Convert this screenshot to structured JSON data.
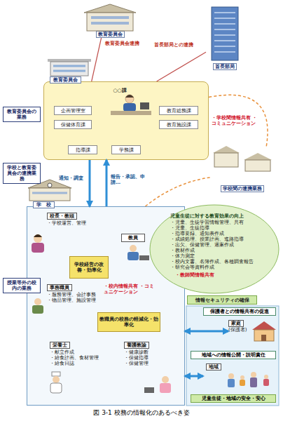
{
  "diagram": {
    "caption": "図 3-1 校務の情報化のあるべき姿",
    "nodes": [
      {
        "text": [
          "教育委員会"
        ]
      },
      {
        "text": [
          "首長部局"
        ]
      },
      {
        "text": [
          "教育委員会"
        ]
      },
      {
        "text": [
          "○○課"
        ],
        "in": 2
      },
      {
        "text": [
          "企画管理室"
        ],
        "in": 2
      },
      {
        "text": [
          "保健体育課"
        ],
        "in": 2
      },
      {
        "text": [
          "教育総務課"
        ],
        "in": 2
      },
      {
        "text": [
          "教育施設課"
        ],
        "in": 2
      },
      {
        "text": [
          "指導課"
        ],
        "in": 2
      },
      {
        "text": [
          "学務課"
        ],
        "in": 2
      },
      {
        "text": [
          "学校間の連携業務"
        ]
      },
      {
        "text": [
          "学　校"
        ]
      },
      {
        "text": [
          "校長・教頭",
          "・学校運営、管理"
        ],
        "in": 11
      },
      {
        "text": [
          "学校経営の改善・効率化"
        ],
        "in": 11
      },
      {
        "text": [
          "教員"
        ],
        "in": 11
      },
      {
        "text": [
          "児童生徒に対する教育効果の向上",
          "・児童、生徒学習情報管理、共有",
          "・児童、生徒指導",
          "・指導要録、通知表作成",
          "・成績処理、授業計画、進路指導",
          "・出欠、保健管理、週案作成",
          "・教材作成",
          "・体力測定",
          "・校内文書、名簿作成、各種調査報告",
          "・研究会等資料作成"
        ],
        "in": 11
      },
      {
        "text": [
          "情報セキュリティの確保"
        ],
        "in": 11
      },
      {
        "text": [
          "事務職員",
          "・服務管理、会計事務",
          "・物品管理、施設管理"
        ],
        "in": 11
      },
      {
        "text": [
          "教職員の校務の軽減化・効率化"
        ],
        "in": 11
      },
      {
        "text": [
          "栄養士",
          "・献立作成",
          "・給食計画、食材管理",
          "・給食日誌"
        ],
        "in": 11
      },
      {
        "text": [
          "養護教諭",
          "・健康診断",
          "・保健指導",
          "・保健管理"
        ],
        "in": 11
      },
      {
        "text": [
          "家庭",
          "(保護者)"
        ]
      },
      {
        "text": [
          "地域"
        ]
      }
    ],
    "edges": [
      {
        "from": 0,
        "to": 2,
        "arrow": "none",
        "label": "教育委員会連携"
      },
      {
        "from": 1,
        "to": 2,
        "arrow": "none",
        "label": "首長部局との連携"
      },
      {
        "from": 2,
        "to": 10,
        "arrow": "none",
        "label": "・学校間情報共有 ・コミュニケーション"
      },
      {
        "from": 2,
        "to": 11,
        "arrow": "to",
        "label": "通知・調査"
      },
      {
        "from": 11,
        "to": 2,
        "arrow": "to",
        "label": "報告・承認、申請…"
      },
      {
        "from": 11,
        "to": 10,
        "arrow": "none"
      },
      {
        "from": 11,
        "to": 21,
        "arrow": "both"
      },
      {
        "from": 11,
        "to": 22,
        "arrow": "both"
      }
    ],
    "labels": [
      "教育委員会の業務",
      "学校と教育委員会の連携業務",
      "授業等外の校内の業務",
      "・校内情報共有 ・コミュニケーション",
      "・教師間情報共有",
      "保護者との情報共有の促進",
      "地域への情報公開・説明責任",
      "児童生徒・地域の安全・安心"
    ]
  }
}
